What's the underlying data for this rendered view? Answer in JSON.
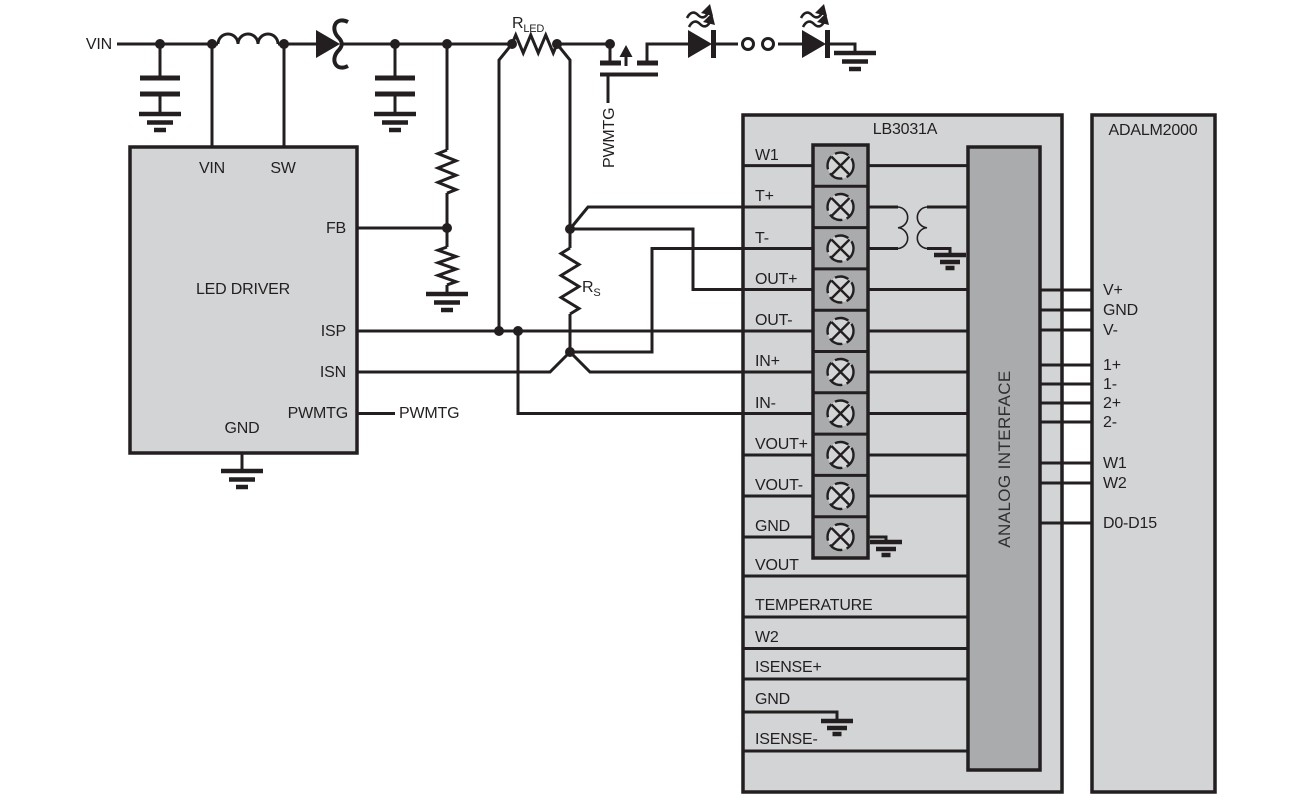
{
  "colors": {
    "line": "#231f20",
    "panel_fill": "#d3d4d5",
    "dark_fill": "#a9abac",
    "background": "#ffffff"
  },
  "nets": {
    "vin": "VIN",
    "pwmtg_gate": "PWMTG",
    "pwmtg_net": "PWMTG"
  },
  "components": {
    "rled_main": "R",
    "rled_sub": "LED",
    "rs_main": "R",
    "rs_sub": "S"
  },
  "led_driver": {
    "title": "LED DRIVER",
    "pin_vin": "VIN",
    "pin_sw": "SW",
    "pin_fb": "FB",
    "pin_isp": "ISP",
    "pin_isn": "ISN",
    "pin_pwmtg": "PWMTG",
    "pin_gnd": "GND"
  },
  "lb3031a": {
    "title": "LB3031A",
    "rows": [
      "W1",
      "T+",
      "T-",
      "OUT+",
      "OUT-",
      "IN+",
      "IN-",
      "VOUT+",
      "VOUT-",
      "GND"
    ],
    "lower_rows": [
      "VOUT",
      "TEMPERATURE",
      "W2",
      "ISENSE+",
      "GND",
      "ISENSE-"
    ],
    "interface_label": "ANALOG INTERFACE"
  },
  "adalm2000": {
    "title": "ADALM2000",
    "pins": [
      "V+",
      "GND",
      "V-",
      "1+",
      "1-",
      "2+",
      "2-",
      "W1",
      "W2",
      "D0-D15"
    ]
  }
}
